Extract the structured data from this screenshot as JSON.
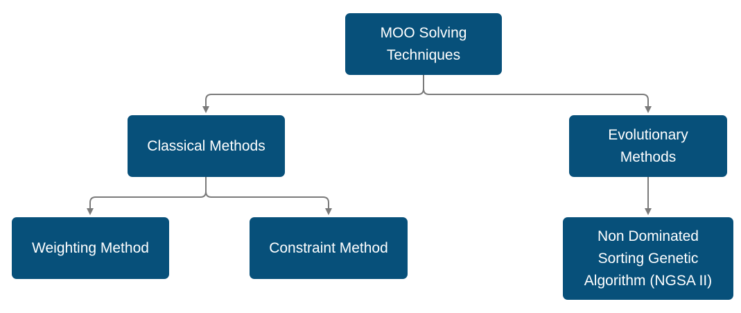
{
  "colors": {
    "node_fill": "#07507a",
    "node_text": "#ffffff",
    "connector": "#7a7a7a"
  },
  "nodes": {
    "root": "MOO Solving Techniques",
    "classical": "Classical Methods",
    "evolutionary": "Evolutionary Methods",
    "weighting": "Weighting Method",
    "constraint": "Constraint Method",
    "nsga": "Non Dominated Sorting Genetic Algorithm (NGSA II)"
  }
}
